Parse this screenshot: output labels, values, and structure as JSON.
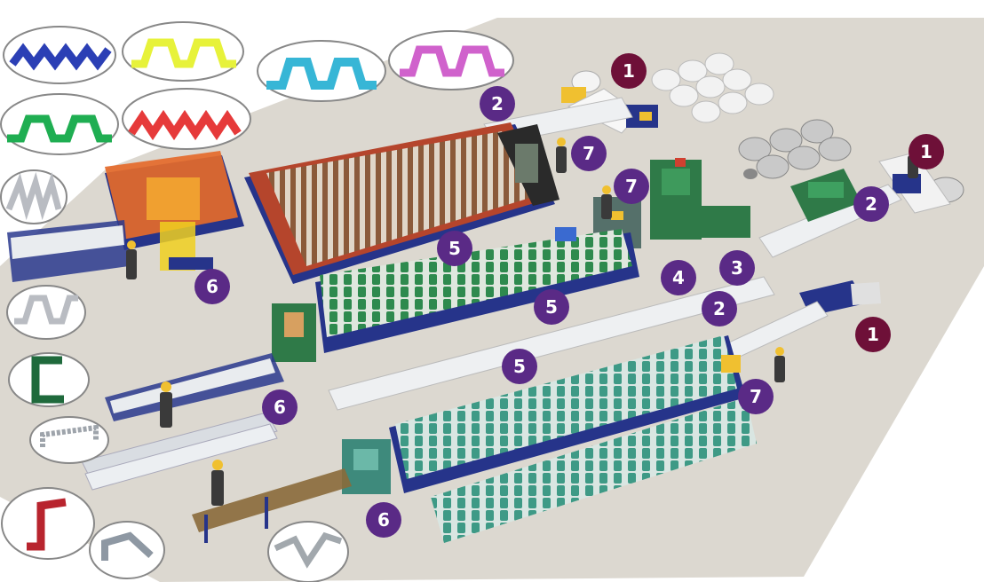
{
  "colors": {
    "floor": "#dcd8d0",
    "floor_edge": "#c9c4ba",
    "badge_purple": "#5a2a86",
    "badge_maroon": "#6e1038",
    "frame_blue": "#26348a",
    "roller_green": "#2e8a4e",
    "roller_teal": "#3e9a86",
    "guard_orange": "#e46a2a",
    "bed_red": "#b5452c",
    "coil_white": "#eeeeee",
    "coil_grey": "#b7b7b7",
    "stamp_green": "#2f7a48",
    "profile_blue": "#2b3fb5",
    "profile_yellow": "#e7f23a",
    "profile_cyan": "#37b6d6",
    "profile_magenta": "#d062cc",
    "profile_green": "#1fae52",
    "profile_red": "#e63a3a",
    "profile_silver": "#b9bcc2",
    "profile_dark_green": "#1f6a3c",
    "profile_dark_red": "#b8242e",
    "profile_steel": "#8e98a3"
  },
  "sheet_profiles": [
    {
      "name": "blue-corrugated-sheet",
      "color_key": "profile_blue"
    },
    {
      "name": "yellow-trapezoid-sheet",
      "color_key": "profile_yellow"
    },
    {
      "name": "cyan-deck-sheet",
      "color_key": "profile_cyan"
    },
    {
      "name": "magenta-trapezoid-sheet",
      "color_key": "profile_magenta"
    },
    {
      "name": "green-trapezoid-sheet",
      "color_key": "profile_green"
    },
    {
      "name": "red-corrugated-sheet",
      "color_key": "profile_red"
    }
  ],
  "section_profiles": [
    {
      "name": "silver-double-rib-profile"
    },
    {
      "name": "silver-omega-profile"
    },
    {
      "name": "green-c-channel-profile"
    },
    {
      "name": "perforated-channel-profile"
    },
    {
      "name": "red-z-purlin-profile"
    },
    {
      "name": "steel-angle-profile"
    },
    {
      "name": "grey-hat-profile"
    }
  ],
  "badges": [
    {
      "label": "1",
      "color": "maroon"
    },
    {
      "label": "1",
      "color": "maroon"
    },
    {
      "label": "1",
      "color": "maroon"
    },
    {
      "label": "2",
      "color": "purple"
    },
    {
      "label": "2",
      "color": "purple"
    },
    {
      "label": "2",
      "color": "purple"
    },
    {
      "label": "3",
      "color": "purple"
    },
    {
      "label": "4",
      "color": "purple"
    },
    {
      "label": "5",
      "color": "purple"
    },
    {
      "label": "5",
      "color": "purple"
    },
    {
      "label": "5",
      "color": "purple"
    },
    {
      "label": "6",
      "color": "purple"
    },
    {
      "label": "6",
      "color": "purple"
    },
    {
      "label": "6",
      "color": "purple"
    },
    {
      "label": "7",
      "color": "purple"
    },
    {
      "label": "7",
      "color": "purple"
    },
    {
      "label": "7",
      "color": "purple"
    }
  ]
}
